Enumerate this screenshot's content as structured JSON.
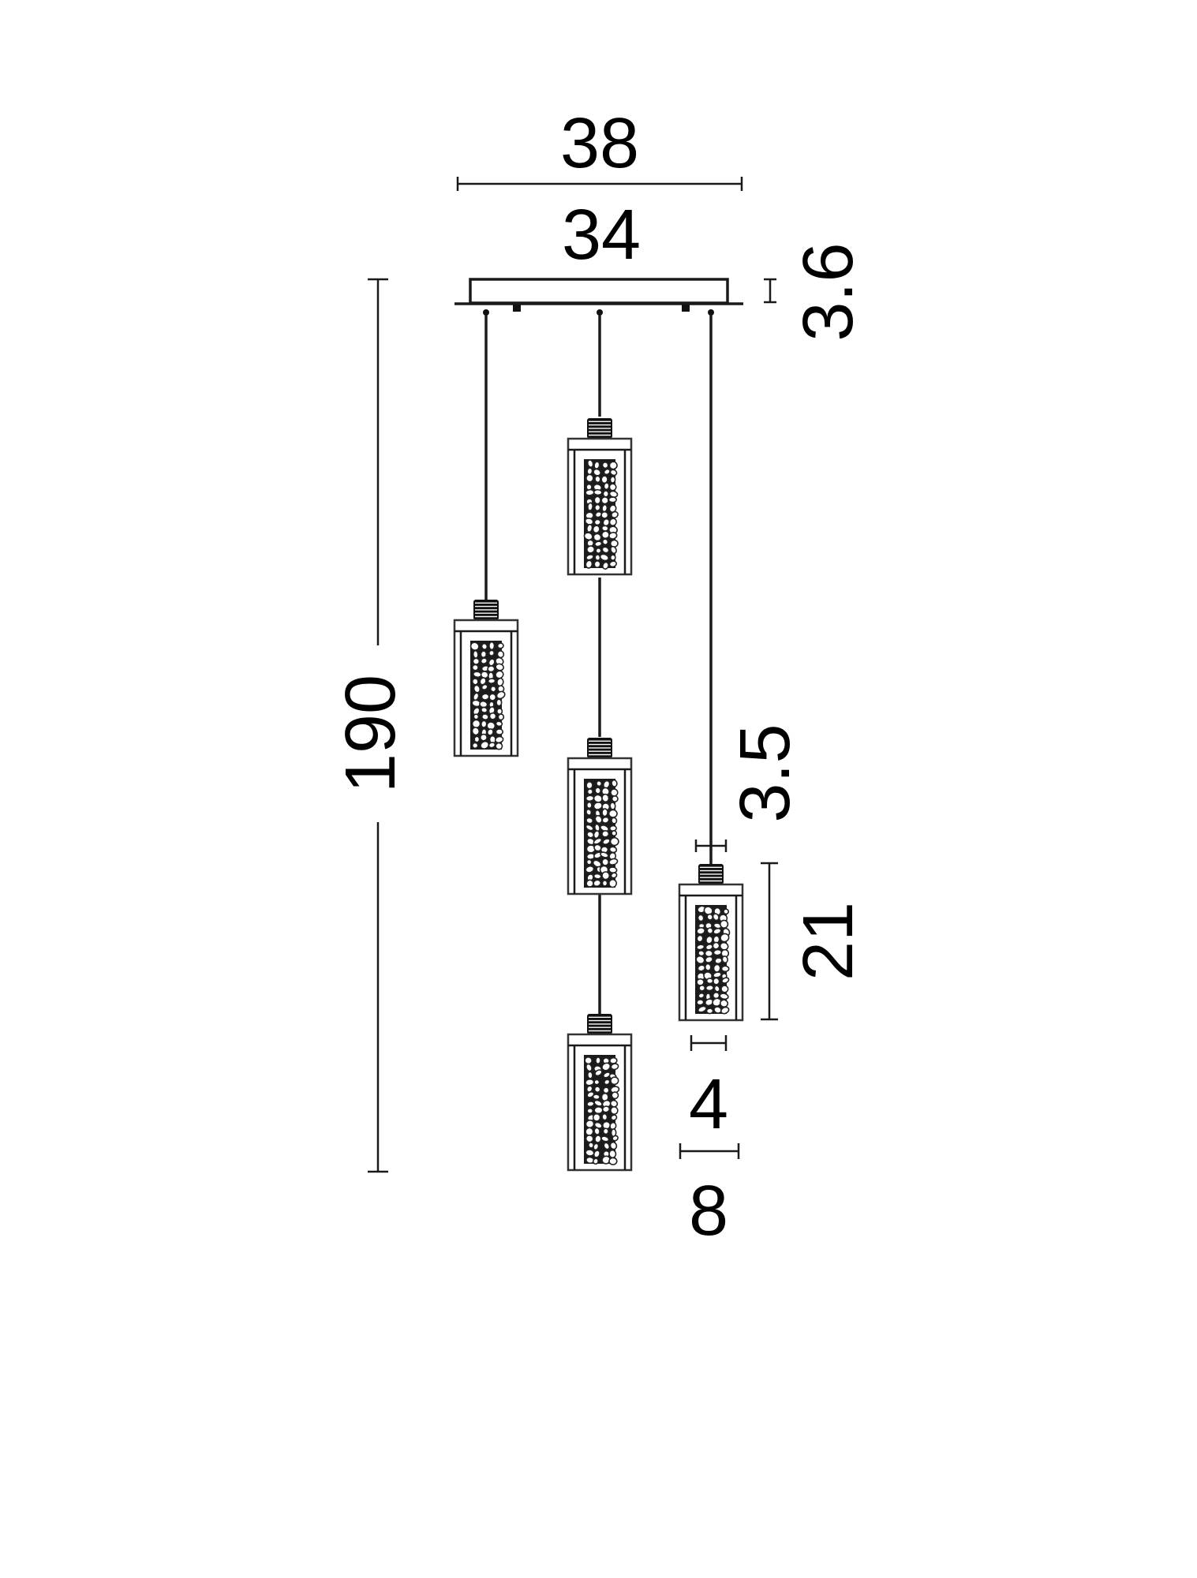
{
  "dimensions": {
    "canopy_width": "38",
    "canopy_mount_width": "34",
    "canopy_height": "3.6",
    "total_height": "190",
    "socket_height": "3.5",
    "shade_height": "21",
    "shade_gap": "4",
    "shade_width": "8"
  },
  "colors": {
    "line": "#1a1a1a",
    "background": "#ffffff"
  }
}
